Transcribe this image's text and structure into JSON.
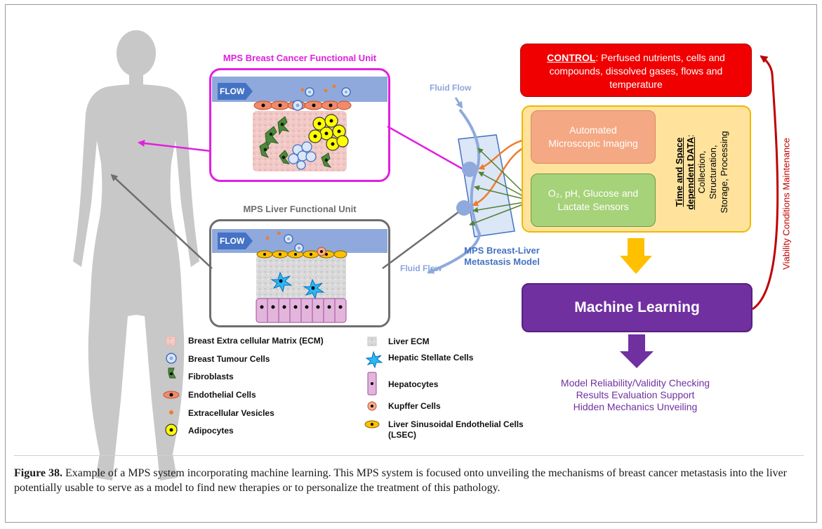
{
  "breast_unit": {
    "title": "MPS Breast Cancer Functional Unit",
    "flow_label": "FLOW"
  },
  "liver_unit": {
    "title": "MPS Liver Functional Unit",
    "flow_label": "FLOW"
  },
  "chip": {
    "fluid_flow_top": "Fluid Flow",
    "fluid_flow_bottom": "Fluid Flow",
    "model_label_line1": "MPS Breast-Liver",
    "model_label_line2": "Metastasis Model"
  },
  "control": {
    "title": "CONTROL",
    "text": ": Perfused nutrients, cells and compounds, dissolved gases, flows and temperature"
  },
  "data_panel": {
    "imaging_line1": "Automated",
    "imaging_line2": "Microscopic Imaging",
    "sensors_line1": "O₂, pH, Glucose and",
    "sensors_line2": "Lactate Sensors",
    "data_title_line1": "Time and Space",
    "data_title_line2": "dependent DATA",
    "data_text_line1": "Collection,",
    "data_text_line2": "Structuration,",
    "data_text_line3": "Storage, Processing"
  },
  "viability_label": "Viability Conditions Maintenance",
  "machine_learning": {
    "label": "Machine Learning"
  },
  "outcomes": [
    "Model Reliability/Validity Checking",
    "Results Evaluation Support",
    "Hidden Mechanics Unveiling"
  ],
  "legend_left": [
    "Breast Extra cellular Matrix (ECM)",
    "Breast Tumour Cells",
    "Fibroblasts",
    "Endothelial Cells",
    "Extracellular Vesicles",
    "Adipocytes"
  ],
  "legend_right": [
    "Liver ECM",
    "Hepatic Stellate Cells",
    "Hepatocytes",
    "Kupffer Cells",
    "Liver Sinusoidal Endothelial Cells",
    "(LSEC)"
  ],
  "caption": {
    "label": "Figure 38.",
    "text": " Example of a MPS system incorporating machine learning. This MPS system is focused onto unveiling the mechanisms of breast cancer metastasis into the liver potentially usable to serve as a model to find new therapies or to personalize the treatment of this pathology."
  },
  "colors": {
    "breast_frame": "#e020e0",
    "liver_frame": "#6e6e6e",
    "control": "#f00000",
    "data_panel": "#ffe39c",
    "imaging": "#f4a883",
    "sensors": "#a6d27a",
    "machine_learning": "#7030a0",
    "viability_arrow": "#c00000",
    "flow_band": "#8fa9dc"
  }
}
